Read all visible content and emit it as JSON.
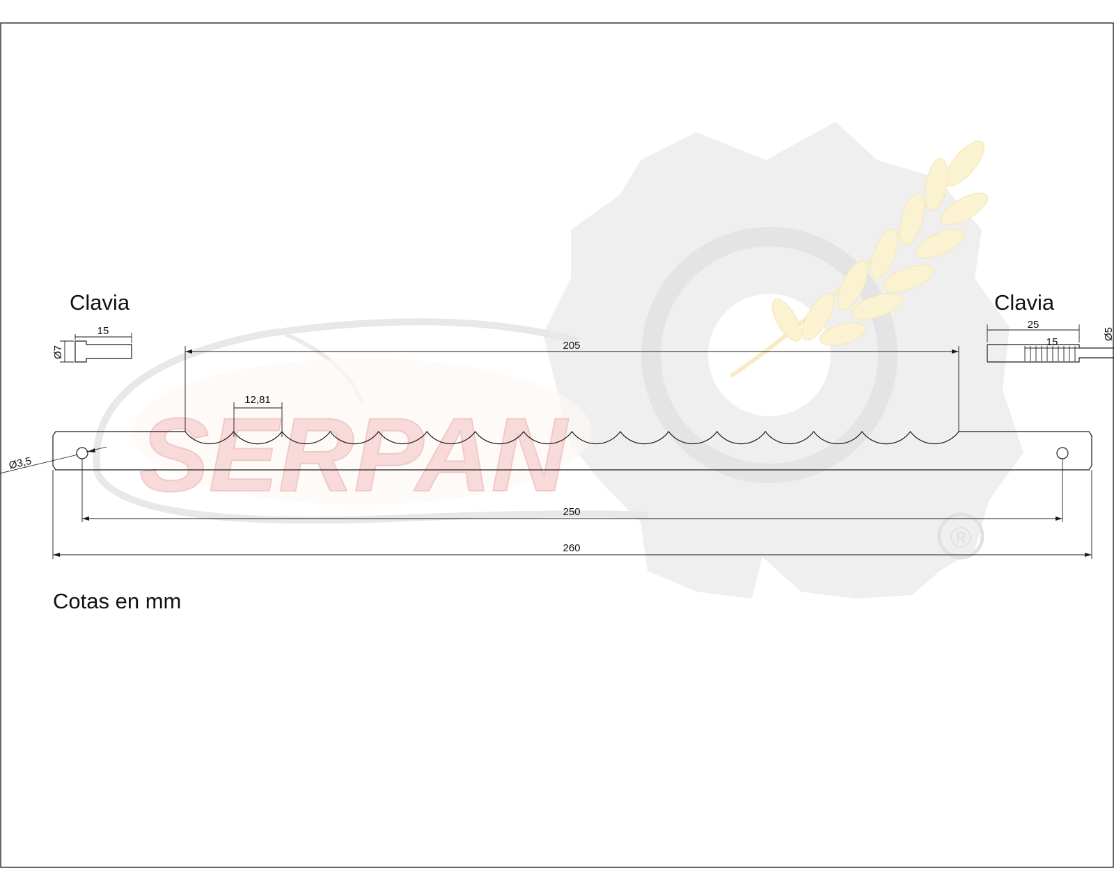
{
  "labels": {
    "clavia_left": "Clavia",
    "clavia_right": "Clavia",
    "units_note": "Cotas en mm"
  },
  "watermark": {
    "brand": "SERPAN",
    "registered": "®",
    "colors": {
      "gear": "#ececec",
      "brand_text": "#f8dada",
      "wheat": "#faf2d0",
      "swoosh": "#e6e6e6"
    }
  },
  "dimensions": {
    "pin_left_length": "15",
    "pin_left_diameter": "Ø7",
    "pin_right_length": "25",
    "pin_right_knurl": "15",
    "pin_right_diameter": "Ø5",
    "serration_span": "205",
    "tooth_pitch": "12,81",
    "hole_diameter": "Ø3,5",
    "hole_spacing": "250",
    "overall_length": "260"
  },
  "colors": {
    "line": "#1a1a1a",
    "text": "#111111",
    "frame": "#333333"
  }
}
